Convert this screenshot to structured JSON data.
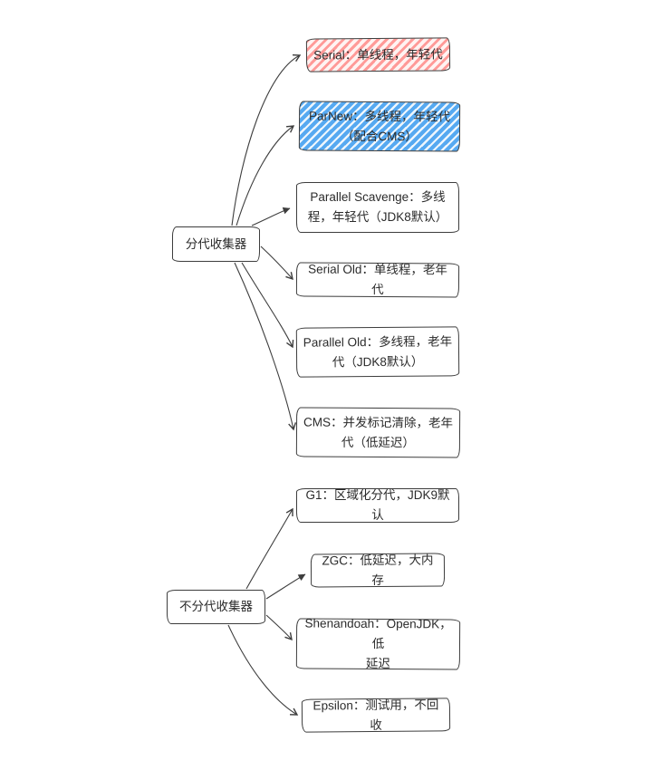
{
  "diagram": {
    "background_color": "#ffffff",
    "stroke_color": "#3d3d3d",
    "text_color": "#2b2b2b",
    "red_hachure_color": "#ff9a98",
    "blue_hachure_color": "#56a9f1",
    "groups": [
      {
        "parent": {
          "label": "分代收集器"
        },
        "children": [
          {
            "label": "Serial：单线程，年轻代",
            "fill": "red-hachure"
          },
          {
            "label": "ParNew：多线程，年轻代\n（配合CMS）",
            "fill": "blue-hachure"
          },
          {
            "label": "Parallel Scavenge：多线\n程，年轻代（JDK8默认）",
            "fill": "white"
          },
          {
            "label": "Serial Old：单线程，老年代",
            "fill": "white"
          },
          {
            "label": "Parallel Old：多线程，老年\n代（JDK8默认）",
            "fill": "white"
          },
          {
            "label": "CMS：并发标记清除，老年\n代（低延迟）",
            "fill": "white"
          }
        ]
      },
      {
        "parent": {
          "label": "不分代收集器"
        },
        "children": [
          {
            "label": "G1：区域化分代，JDK9默认",
            "fill": "white"
          },
          {
            "label": "ZGC：低延迟，大内存",
            "fill": "white"
          },
          {
            "label": "Shenandoah：OpenJDK，低\n延迟",
            "fill": "white"
          },
          {
            "label": "Epsilon：测试用，不回收",
            "fill": "white"
          }
        ]
      }
    ]
  }
}
